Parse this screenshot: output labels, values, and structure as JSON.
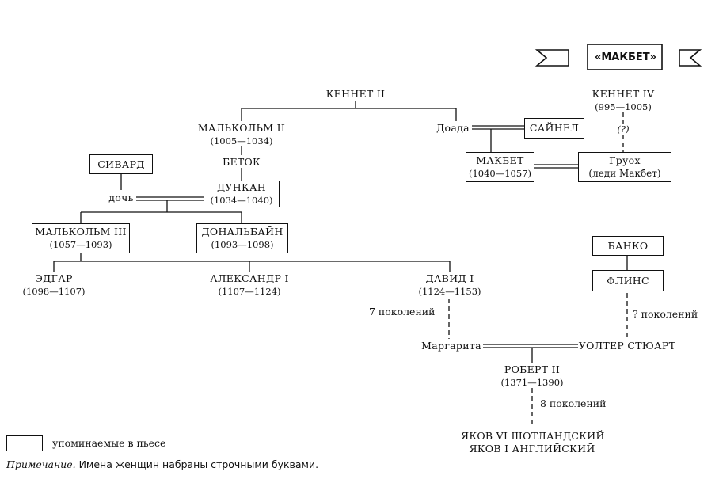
{
  "banner": "«МАКБЕТ»",
  "people": {
    "kenneth2": {
      "name": "КЕННЕТ II"
    },
    "malcolm2": {
      "name": "МАЛЬКОЛЬМ II",
      "years": "(1005—1034)"
    },
    "betok": {
      "name": "БЕТОК"
    },
    "sivard": {
      "name": "СИВАРД"
    },
    "doch": {
      "name": "дочь"
    },
    "duncan": {
      "name": "ДУНКАН",
      "years": "(1034—1040)"
    },
    "malcolm3": {
      "name": "МАЛЬКОЛЬМ III",
      "years": "(1057—1093)"
    },
    "donalbain": {
      "name": "ДОНАЛЬБАЙН",
      "years": "(1093—1098)"
    },
    "edgar": {
      "name": "ЭДГАР",
      "years": "(1098—1107)"
    },
    "alexander1": {
      "name": "АЛЕКСАНДР I",
      "years": "(1107—1124)"
    },
    "david1": {
      "name": "ДАВИД I",
      "years": "(1124—1153)"
    },
    "doada": {
      "name": "Доада"
    },
    "sainel": {
      "name": "САЙНЕЛ"
    },
    "macbeth": {
      "name": "МАКБЕТ",
      "years": "(1040—1057)"
    },
    "kenneth4": {
      "name": "КЕННЕТ IV",
      "years": "(995—1005)"
    },
    "question": {
      "name": "(?)"
    },
    "gruoch": {
      "name": "Груох",
      "years": "(леди Макбет)"
    },
    "banquo": {
      "name": "БАНКО"
    },
    "fleance": {
      "name": "ФЛИНС"
    },
    "margarita": {
      "name": "Маргарита"
    },
    "walter": {
      "name": "УОЛТЕР СТЮАРТ"
    },
    "robert2": {
      "name": "РОБЕРТ II",
      "years": "(1371—1390)"
    },
    "james": {
      "name": "ЯКОВ VI ШОТЛАНДСКИЙ",
      "years": "ЯКОВ I АНГЛИЙСКИЙ"
    }
  },
  "generations": {
    "seven": "7 поколений",
    "unknown": "? поколений",
    "eight": "8 поколений"
  },
  "legend": {
    "label": "упоминаемые в пьесе"
  },
  "note": {
    "prefix": "Примечание.",
    "text": " Имена женщин набраны строчными буквами."
  }
}
